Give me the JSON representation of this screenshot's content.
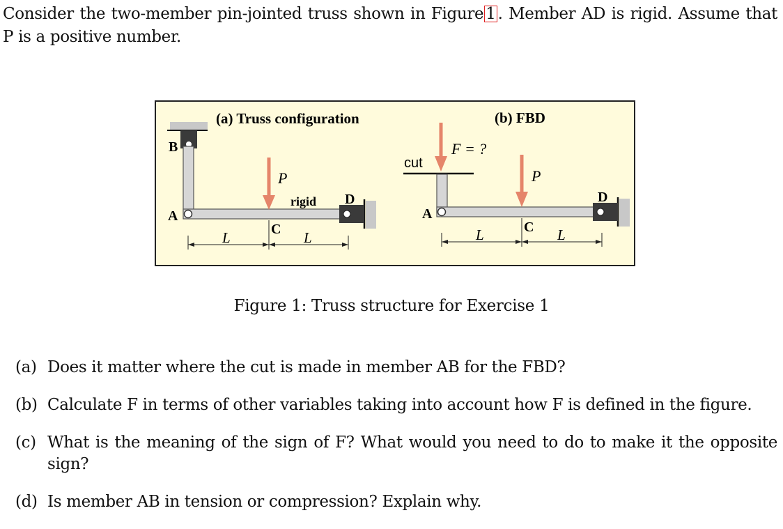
{
  "intro": {
    "before_ref": "Consider the two-member pin-jointed truss shown in Figure",
    "ref": "1",
    "after_ref": ". Member AD is rigid. Assume that P is a positive number."
  },
  "figure": {
    "panel_a_title": "(a) Truss configuration",
    "panel_b_title": "(b) FBD",
    "labels": {
      "B": "B",
      "A": "A",
      "C": "C",
      "D": "D",
      "P": "P",
      "rigid": "rigid",
      "L": "L",
      "cut": "cut",
      "F_eq": "F = ?"
    },
    "colors": {
      "background": "#fffbdc",
      "member_fill": "#d6d6d6",
      "member_stroke": "#555555",
      "arrow": "#e5856a",
      "support": "#c8c8c8",
      "pin_block": "#3a3a3a"
    },
    "caption": "Figure 1: Truss structure for Exercise 1"
  },
  "questions": [
    {
      "label": "(a)",
      "text": "Does it matter where the cut is made in member AB for the FBD?"
    },
    {
      "label": "(b)",
      "text": "Calculate F in terms of other variables taking into account how F is defined in the figure."
    },
    {
      "label": "(c)",
      "text": "What is the meaning of the sign of F? What would you need to do to make it the opposite sign?"
    },
    {
      "label": "(d)",
      "text": "Is member AB in tension or compression? Explain why."
    }
  ]
}
